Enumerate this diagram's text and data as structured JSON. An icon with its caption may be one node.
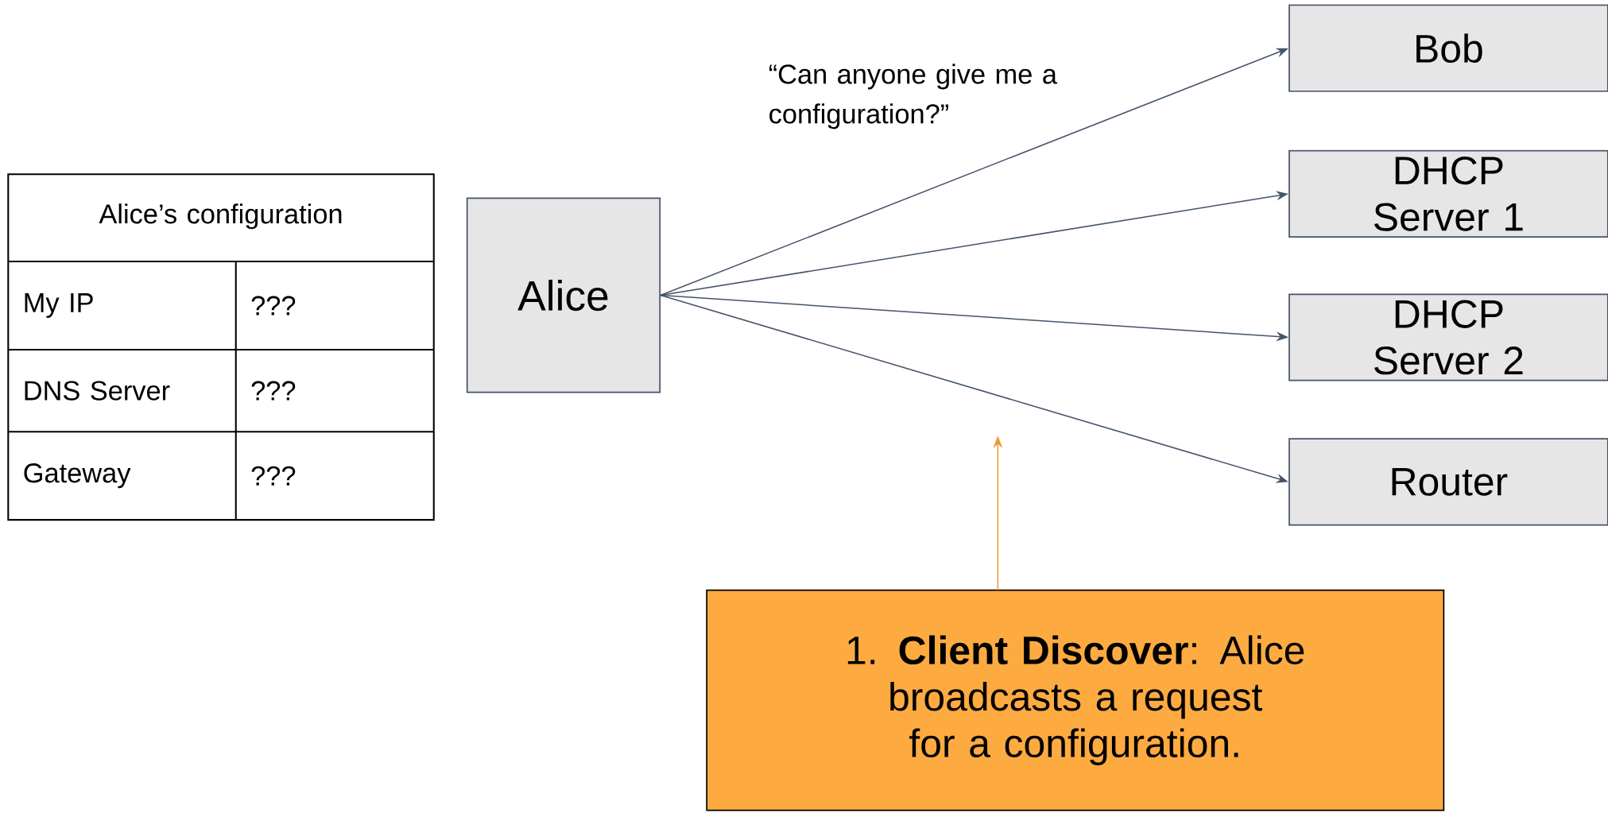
{
  "diagram": {
    "nodes": [
      {
        "text": [
          "Alice"
        ]
      },
      {
        "text": [
          "Bob"
        ]
      },
      {
        "text": [
          "DHCP Server 1"
        ]
      },
      {
        "text": [
          "DHCP Server 2"
        ]
      },
      {
        "text": [
          "Router"
        ]
      },
      {
        "text": [
          "1. **Client Discover**: Alice broadcasts a request for a configuration."
        ]
      }
    ],
    "edges": [
      {
        "from": 0,
        "to": 1,
        "arrow": "to"
      },
      {
        "from": 0,
        "to": 2,
        "arrow": "to"
      },
      {
        "from": 0,
        "to": 3,
        "arrow": "to"
      },
      {
        "from": 0,
        "to": 4,
        "arrow": "to"
      },
      {
        "from": 5,
        "to": null,
        "arrow": "to",
        "color": "#ed9a3a"
      }
    ],
    "labels": [
      "“Can anyone give me a configuration?”",
      "Alice’s configuration",
      "My IP",
      "???",
      "DNS Server",
      "???",
      "Gateway",
      "???"
    ]
  }
}
